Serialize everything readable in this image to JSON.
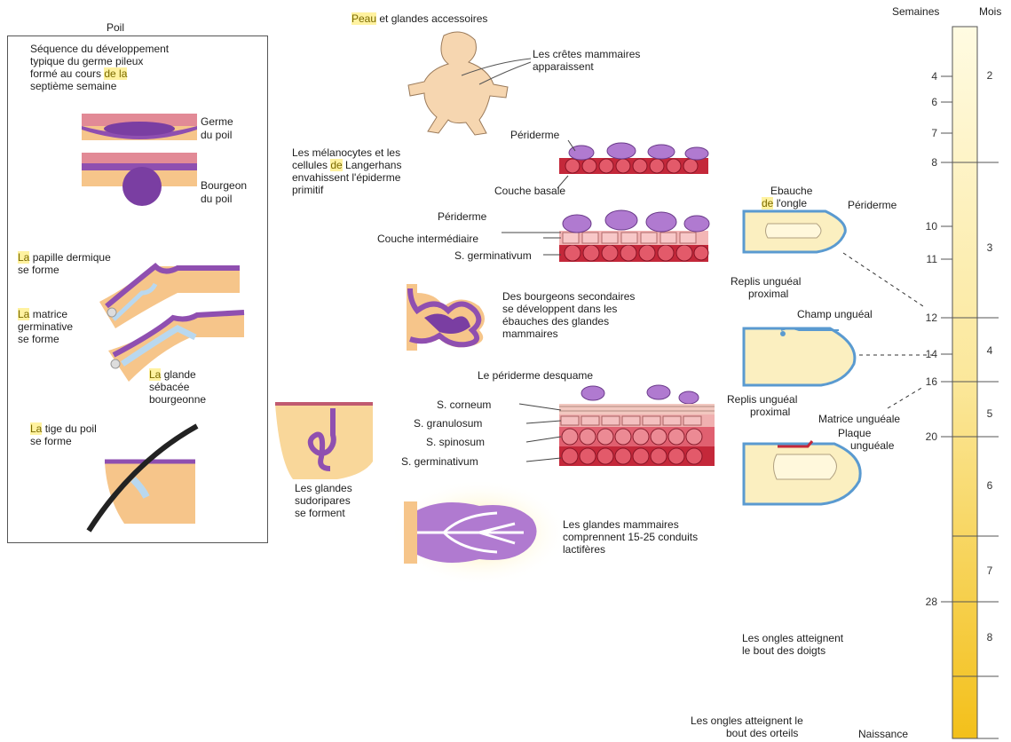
{
  "hair": {
    "title": "Poil",
    "intro_line1": "Séquence du développement",
    "intro_line2": "typique du germe pileux",
    "intro_line3a": "formé au cours ",
    "intro_line3b": "de la",
    "intro_line4": "septième semaine",
    "germ_1": "Germe",
    "germ_2": "du poil",
    "bud_1": "Bourgeon",
    "bud_2": "du poil",
    "papilla_a": "La",
    "papilla_b": " papille dermique",
    "papilla_2": "se forme",
    "matrix_a": "La",
    "matrix_b": " matrice",
    "matrix_2": "germinative",
    "matrix_3": "se forme",
    "gland_a": "La",
    "gland_b": " glande",
    "gland_2": "sébacée",
    "gland_3": "bourgeonne",
    "shaft_a": "La",
    "shaft_b": " tige du poil",
    "shaft_2": "se forme"
  },
  "skin": {
    "title_a": "Peau",
    "title_b": " et glandes accessoires",
    "ridges_1": "Les crêtes mammaires",
    "ridges_2": "apparaissent",
    "melano_1": "Les mélanocytes et les",
    "melano_2a": "cellules ",
    "melano_2b": "de",
    "melano_2c": " Langerhans",
    "melano_3": "envahissent l'épiderme",
    "melano_4": "primitif",
    "periderm_1": "Périderme",
    "basal": "Couche basale",
    "periderm_2": "Périderme",
    "intermediate": "Couche intermédiaire",
    "germinativum_1": "S. germinativum",
    "buds_1": "Des bourgeons secondaires",
    "buds_2": "se développent dans les",
    "buds_3": "ébauches des glandes",
    "buds_4": "mammaires",
    "desquame": "Le périderme desquame",
    "corneum": "S. corneum",
    "granulosum": "S. granulosum",
    "spinosum": "S. spinosum",
    "germinativum_2": "S. germinativum",
    "sweat_1": "Les glandes",
    "sweat_2": "sudoripares",
    "sweat_3": "se forment",
    "mammary_1": "Les glandes mammaires",
    "mammary_2": "comprennent 15-25 conduits",
    "mammary_3": "lactifères"
  },
  "nail": {
    "anlage_1": "Ebauche",
    "anlage_2a": "de",
    "anlage_2b": " l'ongle",
    "periderm": "Périderme",
    "fold_1": "Replis unguéal",
    "fold_1b": "proximal",
    "field": "Champ unguéal",
    "fold_2": "Replis unguéal",
    "fold_2b": "proximal",
    "matrix": "Matrice unguéale",
    "plate_1": "Plaque",
    "plate_2": "unguéale",
    "fingers_1": "Les ongles atteignent",
    "fingers_2": "le bout des doigts",
    "toes_1": "Les ongles atteignent le",
    "toes_2": "bout des orteils"
  },
  "timeline": {
    "weeks_header": "Semaines",
    "months_header": "Mois",
    "weeks": [
      "4",
      "6",
      "7",
      "8",
      "10",
      "11",
      "12",
      "14",
      "16",
      "20",
      "28"
    ],
    "months": [
      "2",
      "3",
      "4",
      "5",
      "6",
      "7",
      "8"
    ],
    "birth": "Naissance"
  },
  "colors": {
    "dermis": "#f6c58a",
    "periderm": "#a86cc4",
    "basal": "#c4283a",
    "timeline_top": "#fffbe0",
    "timeline_bottom": "#f4c21a"
  }
}
